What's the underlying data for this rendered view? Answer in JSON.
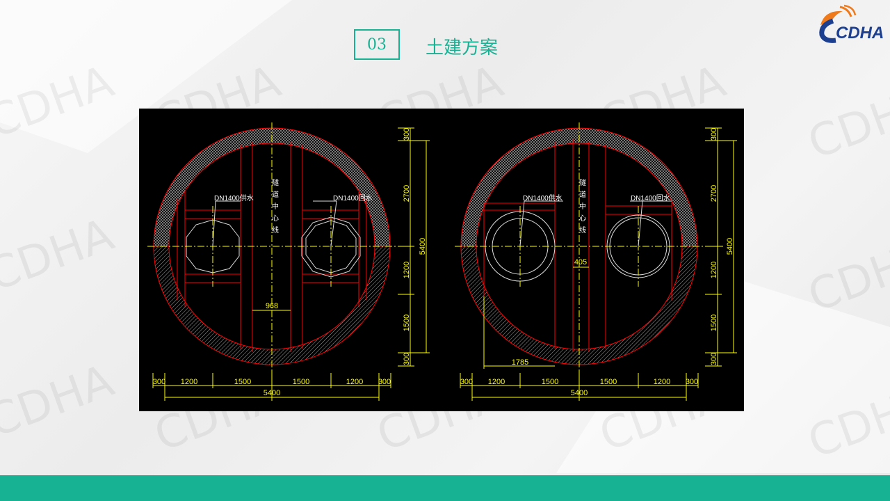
{
  "slide": {
    "section_number": "03",
    "title": "土建方案",
    "logo_text": "CDHA",
    "watermark": "CDHA",
    "accent_color": "#17b294"
  },
  "drawing": {
    "left": {
      "supply_label": "DN1400供水",
      "return_label": "DN1400回水",
      "centerline_label": [
        "隧",
        "道",
        "中",
        "心",
        "线"
      ],
      "inner_dim": "968",
      "bottom_dims": [
        "300",
        "1200",
        "1500",
        "1500",
        "1200",
        "300"
      ],
      "bottom_total": "5400",
      "right_dims": [
        "300",
        "2700",
        "1200",
        "1500",
        "300"
      ],
      "right_total": "5400"
    },
    "right": {
      "supply_label": "DN1400供水",
      "return_label": "DN1400回水",
      "centerline_label": [
        "隧",
        "道",
        "中",
        "心",
        "线"
      ],
      "inner_dim": "405",
      "offset_dim": "1785",
      "bottom_dims": [
        "300",
        "1200",
        "1500",
        "1500",
        "1200",
        "300"
      ],
      "bottom_total": "5400",
      "right_dims": [
        "300",
        "2700",
        "1200",
        "1500",
        "300"
      ],
      "right_total": "5400"
    }
  }
}
